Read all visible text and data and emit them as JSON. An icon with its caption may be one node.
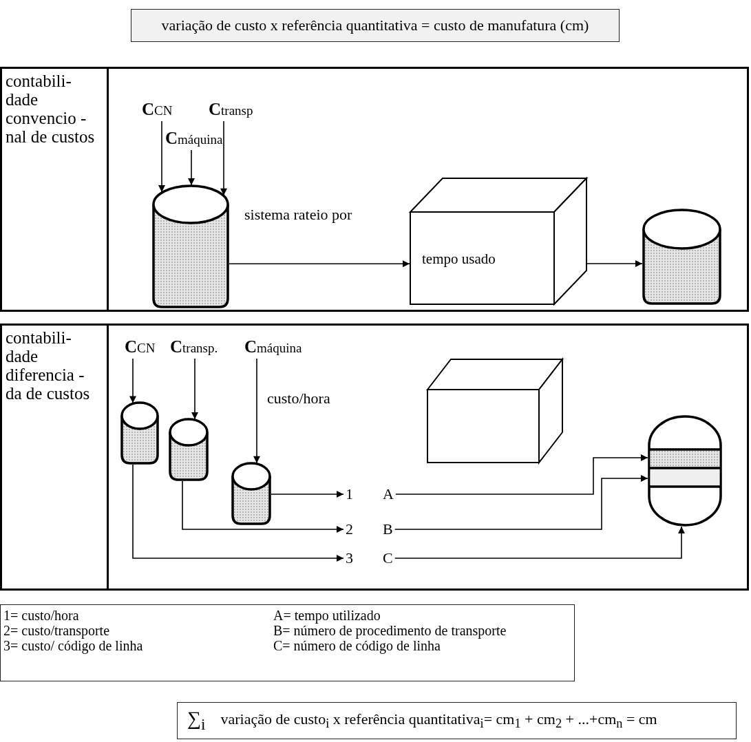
{
  "diagram": {
    "nodes": [
      {
        "text": [
          "variação de custo x referência quantitativa = custo de manufatura (cm)"
        ]
      },
      {
        "text": [
          "contabili- dade convencio -nal de custos"
        ]
      },
      {
        "text": [
          "**C**CN"
        ],
        "in": 1
      },
      {
        "text": [
          "**C**transp"
        ],
        "in": 1
      },
      {
        "text": [
          "**C**máquina"
        ],
        "in": 1
      },
      {
        "text": [],
        "shape": "cylinder",
        "in": 1
      },
      {
        "text": [
          "tempo usado"
        ],
        "in": 1
      },
      {
        "text": [],
        "shape": "cylinder",
        "in": 1
      },
      {
        "text": [
          "contabili- dade diferencia - da de custos"
        ]
      },
      {
        "text": [
          "**C**CN"
        ],
        "in": 8
      },
      {
        "text": [
          "**C**transp."
        ],
        "in": 8
      },
      {
        "text": [
          "**C**máquina"
        ],
        "in": 8
      },
      {
        "text": [],
        "shape": "cylinder",
        "in": 8
      },
      {
        "text": [],
        "shape": "cylinder",
        "in": 8
      },
      {
        "text": [],
        "shape": "cylinder",
        "in": 8
      },
      {
        "text": [],
        "shape": "box",
        "in": 8
      },
      {
        "text": [],
        "shape": "cylinder",
        "in": 8
      },
      {
        "text": [
          "1"
        ],
        "in": 8
      },
      {
        "text": [
          "A"
        ],
        "in": 8
      },
      {
        "text": [
          "2"
        ],
        "in": 8
      },
      {
        "text": [
          "B"
        ],
        "in": 8
      },
      {
        "text": [
          "3"
        ],
        "in": 8
      },
      {
        "text": [
          "C"
        ],
        "in": 8
      },
      {
        "text": [
          "1= custo/hora",
          "A= tempo utilizado",
          "2= custo/transporte",
          "B= número de procedimento de transporte",
          "3= custo/ código de linha",
          "C= número de código de linha"
        ]
      },
      {
        "text": [
          "∑$_{i}$",
          "variação de custo$_{i}$ x referência quantitativa$_{i}$= cm$_{1}$ + cm$_{2}$ + ...+cm$_{n}$ = cm"
        ]
      }
    ],
    "edges": [
      {
        "from": 2,
        "to": 5,
        "arrow": "to"
      },
      {
        "from": 4,
        "to": 5,
        "arrow": "to"
      },
      {
        "from": 3,
        "to": 5,
        "arrow": "to"
      },
      {
        "from": 5,
        "to": 6,
        "arrow": "to",
        "label": "sistema rateio por"
      },
      {
        "from": 6,
        "to": 7,
        "arrow": "to"
      },
      {
        "from": 9,
        "to": 12,
        "arrow": "to"
      },
      {
        "from": 10,
        "to": 13,
        "arrow": "to"
      },
      {
        "from": 11,
        "to": 14,
        "arrow": "to"
      },
      {
        "from": 14,
        "to": 17,
        "arrow": "to"
      },
      {
        "from": 13,
        "to": 19,
        "arrow": "to"
      },
      {
        "from": 12,
        "to": 21,
        "arrow": "to"
      },
      {
        "from": 18,
        "to": 16,
        "arrow": "to"
      },
      {
        "from": 20,
        "to": 16,
        "arrow": "to"
      },
      {
        "from": 22,
        "to": 16,
        "arrow": "to"
      }
    ],
    "labels": [
      "custo/hora"
    ]
  }
}
